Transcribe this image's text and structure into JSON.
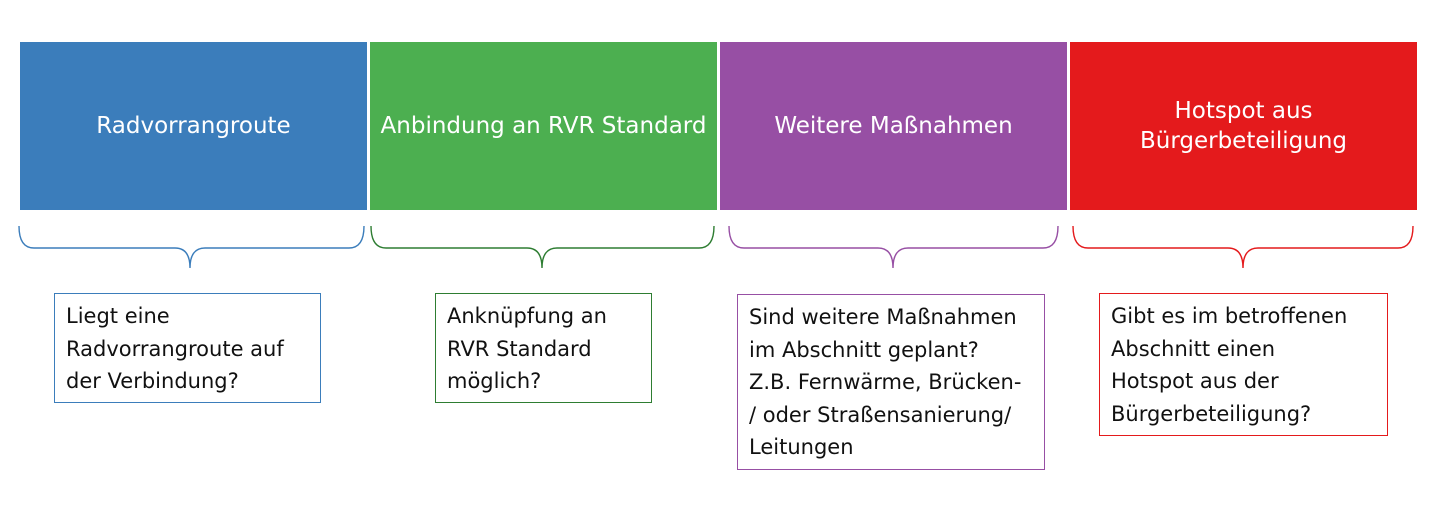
{
  "colors": {
    "blue": "#3b7dbb",
    "green": "#4caf50",
    "purple": "#974fa4",
    "red": "#e41a1c"
  },
  "columns": [
    {
      "header": [
        "Radvorrangroute"
      ],
      "description": [
        "Liegt eine",
        "Radvorrangroute auf",
        "der Verbindung?"
      ]
    },
    {
      "header": [
        "Anbindung an RVR Standard"
      ],
      "description": [
        "Anknüpfung an",
        "RVR Standard",
        "möglich?"
      ]
    },
    {
      "header": [
        "Weitere Maßnahmen"
      ],
      "description": [
        "Sind weitere Maßnahmen",
        "im Abschnitt geplant?",
        "Z.B. Fernwärme, Brücken-",
        "/ oder Straßensanierung/",
        "Leitungen"
      ]
    },
    {
      "header": [
        "Hotspot aus",
        "Bürgerbeteiligung"
      ],
      "description": [
        "Gibt es im betroffenen",
        "Abschnitt einen",
        "Hotspot aus der",
        "Bürgerbeteiligung?"
      ]
    }
  ]
}
